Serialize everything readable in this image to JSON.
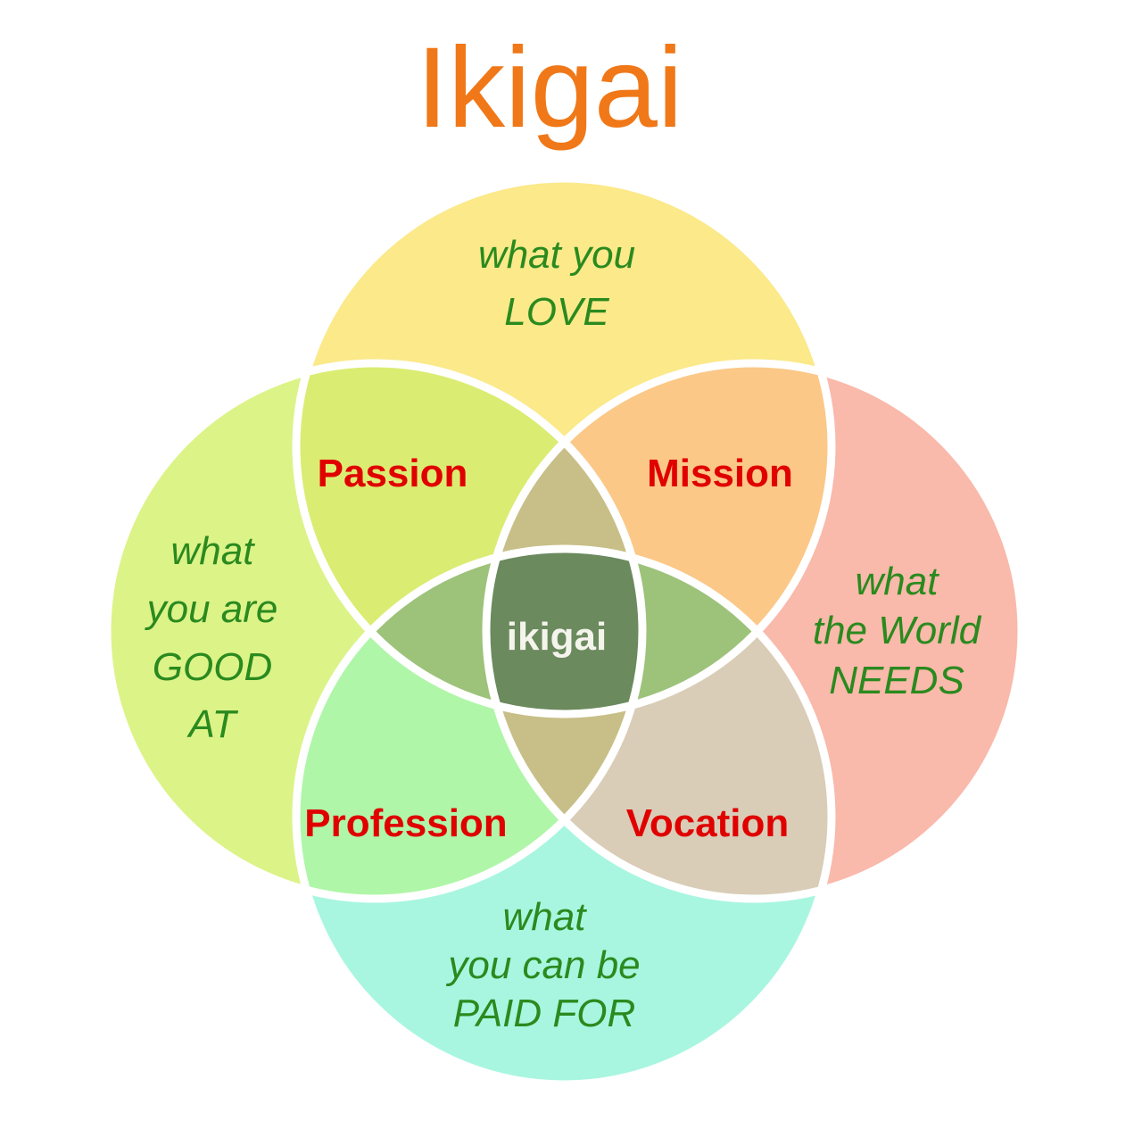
{
  "title": "Ikigai",
  "circles": {
    "love": {
      "lines": [
        "what you",
        "LOVE"
      ],
      "color": "#fbe98a"
    },
    "good_at": {
      "lines": [
        "what",
        "you are",
        "GOOD",
        "AT"
      ],
      "color": "#dcf388"
    },
    "world_needs": {
      "lines": [
        "what",
        "the World",
        "NEEDS"
      ],
      "color": "#f9b9ab"
    },
    "paid_for": {
      "lines": [
        "what",
        "you can be",
        "PAID FOR"
      ],
      "color": "#a8f6e0"
    }
  },
  "overlaps": {
    "passion": {
      "label": "Passion",
      "color": "#dbec72"
    },
    "mission": {
      "label": "Mission",
      "color": "#fbc888"
    },
    "profession": {
      "label": "Profession",
      "color": "#aff6a8"
    },
    "vocation": {
      "label": "Vocation",
      "color": "#d9cdb8"
    }
  },
  "center": {
    "label": "ikigai",
    "color": "#6b8a5e"
  },
  "lens_colors": {
    "love_paid": "#9dc27a",
    "good_world": "#c8bf88"
  }
}
